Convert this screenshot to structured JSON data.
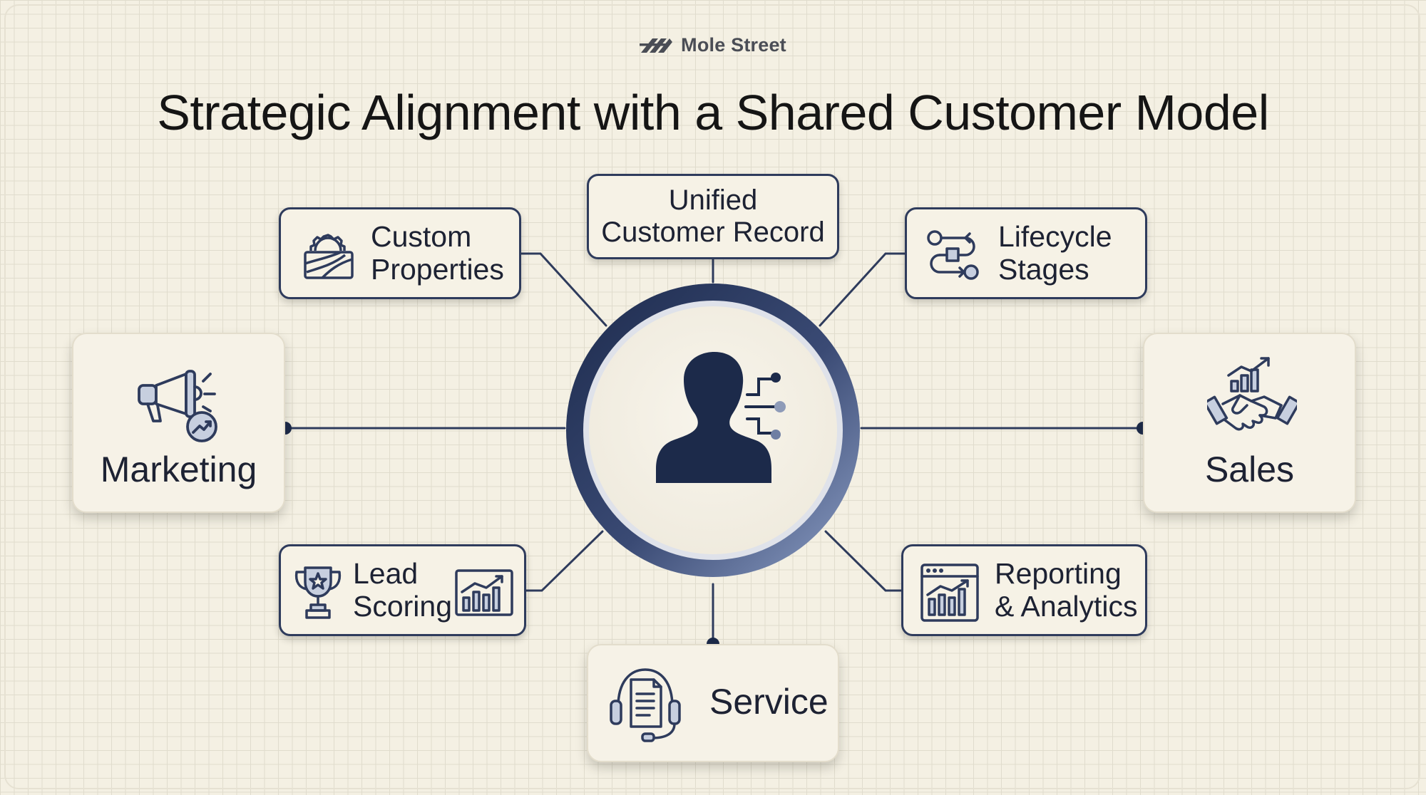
{
  "brand": {
    "name": "Mole Street"
  },
  "title": "Strategic Alignment with a Shared Customer Model",
  "center": {
    "label": "",
    "icon": "customer-profile-icon"
  },
  "nodes": {
    "unified_record": {
      "line1": "Unified",
      "line2": "Customer Record"
    },
    "custom_properties": {
      "line1": "Custom",
      "line2": "Properties",
      "icon": "gear-layers-icon"
    },
    "lifecycle_stages": {
      "line1": "Lifecycle",
      "line2": "Stages",
      "icon": "flow-stages-icon"
    },
    "marketing": {
      "label": "Marketing",
      "icon": "megaphone-icon"
    },
    "sales": {
      "label": "Sales",
      "icon": "handshake-growth-icon"
    },
    "lead_scoring": {
      "line1": "Lead",
      "line2": "Scoring",
      "icon": "trophy-icon"
    },
    "reporting": {
      "line1": "Reporting",
      "line2": "& Analytics",
      "icon": "dashboard-chart-icon"
    },
    "service": {
      "label": "Service",
      "icon": "headset-ticket-icon"
    }
  },
  "colors": {
    "navy": "#2e3b5c",
    "dark_navy": "#1c2a4a",
    "background": "#f4f0e3",
    "card": "#f6f2e6"
  }
}
